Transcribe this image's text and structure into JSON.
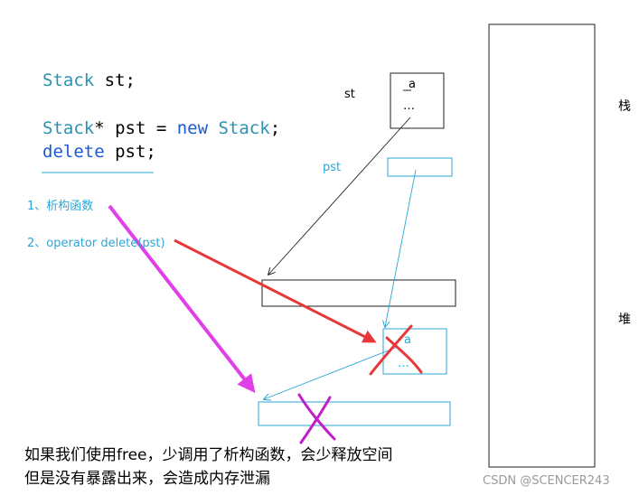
{
  "code": {
    "line1_type": "Stack",
    "line1_rest": " st;",
    "line2_type": "Stack",
    "line2_rest": "* pst = ",
    "line2_kw": "new",
    "line2_type2": " Stack",
    "line2_end": ";",
    "line3_kw": "delete",
    "line3_rest": " pst;"
  },
  "notes": {
    "step1": "1、析构函数",
    "step2": "2、operator delete(pst)"
  },
  "stack_labels": {
    "st": "st",
    "a": "a",
    "dots": "…",
    "pst": "pst"
  },
  "heap_labels": {
    "a": "a",
    "dots": "…"
  },
  "memory_regions": {
    "stack": "栈",
    "heap": "堆"
  },
  "caption": {
    "line1": "如果我们使用free，少调用了析构函数，会少释放空间",
    "line2": "但是没有暴露出来，会造成内存泄漏"
  },
  "watermark": "CSDN @SCENCER243",
  "colors": {
    "keyword": "#1a59d6",
    "type": "#2b91af",
    "blue_accent": "#2ba6d6",
    "red_arrow": "#e8383a",
    "magenta_arrow": "#e040e8"
  }
}
